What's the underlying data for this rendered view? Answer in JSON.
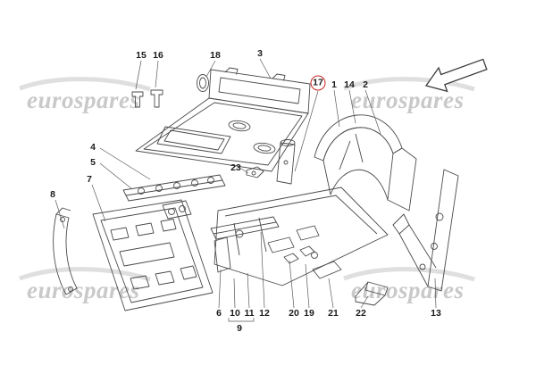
{
  "diagram": {
    "title": "front-structures-exploded-parts-diagram",
    "watermark_text": "eurospares",
    "highlight_color": "#cc2222",
    "line_color": "#4a4a4a",
    "circled_part": "17"
  },
  "callouts": [
    {
      "label": "1"
    },
    {
      "label": "2"
    },
    {
      "label": "3"
    },
    {
      "label": "4"
    },
    {
      "label": "5"
    },
    {
      "label": "6"
    },
    {
      "label": "7"
    },
    {
      "label": "8"
    },
    {
      "label": "9"
    },
    {
      "label": "10"
    },
    {
      "label": "11"
    },
    {
      "label": "12"
    },
    {
      "label": "13"
    },
    {
      "label": "14"
    },
    {
      "label": "15"
    },
    {
      "label": "16"
    },
    {
      "label": "17"
    },
    {
      "label": "18"
    },
    {
      "label": "19"
    },
    {
      "label": "20"
    },
    {
      "label": "21"
    },
    {
      "label": "22"
    },
    {
      "label": "23"
    }
  ]
}
